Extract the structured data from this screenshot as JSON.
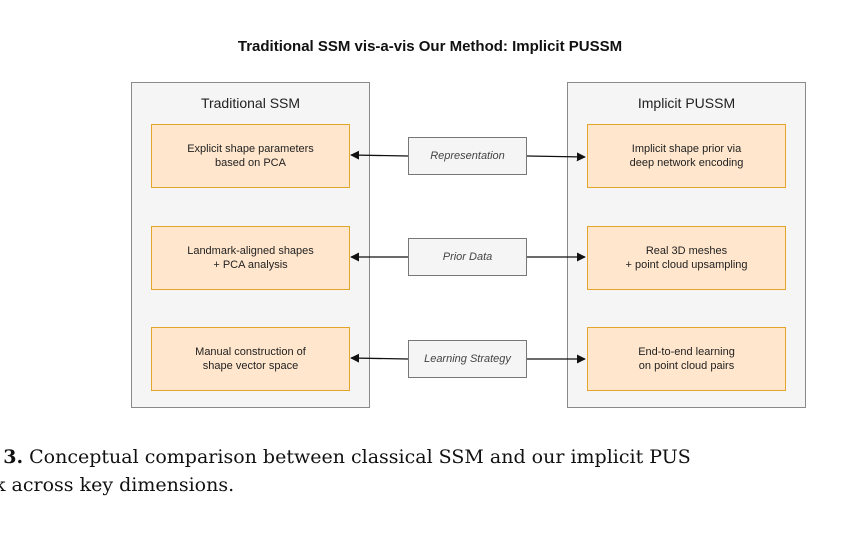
{
  "title": "Traditional SSM vis-a-vis Our Method: Implicit PUSSM",
  "left_panel": {
    "title": "Traditional SSM",
    "items": [
      "Explicit shape parameters\nbased on PCA",
      "Landmark-aligned shapes\n+ PCA analysis",
      "Manual construction of\nshape vector space"
    ]
  },
  "right_panel": {
    "title": "Implicit PUSSM",
    "items": [
      "Implicit shape prior via\ndeep network encoding",
      "Real 3D meshes\n+ point cloud upsampling",
      "End-to-end learning\non point cloud pairs"
    ]
  },
  "dimensions": [
    "Representation",
    "Prior Data",
    "Learning Strategy"
  ],
  "caption": {
    "label": ". 3.",
    "line1_text": " Conceptual comparison between classical SSM and our implicit PUS",
    "line2_text": "k across key dimensions."
  },
  "colors": {
    "box_fill": "#ffe6cc",
    "box_border": "#e3a52b",
    "panel_fill": "#f5f5f5",
    "panel_border": "#8a8a8a"
  }
}
